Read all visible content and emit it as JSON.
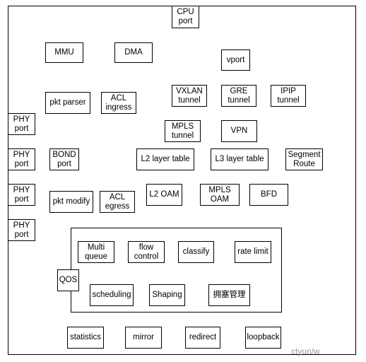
{
  "diagram": {
    "boxes": {
      "cpu_port": "CPU\nport",
      "mmu": "MMU",
      "dma": "DMA",
      "vport": "vport",
      "pkt_parser": "pkt parser",
      "acl_ingress": "ACL\ningress",
      "vxlan_tunnel": "VXLAN\ntunnel",
      "gre_tunnel": "GRE\ntunnel",
      "ipip_tunnel": "IPIP\ntunnel",
      "phy_port_1": "PHY\nport",
      "mpls_tunnel": "MPLS\ntunnel",
      "vpn": "VPN",
      "phy_port_2": "PHY\nport",
      "bond_port": "BOND\nport",
      "l2_layer_table": "L2 layer table",
      "l3_layer_table": "L3 layer table",
      "segment_route": "Segment\nRoute",
      "phy_port_3": "PHY\nport",
      "pkt_modify": "pkt modify",
      "acl_egress": "ACL\negress",
      "l2_oam": "L2 OAM",
      "mpls_oam": "MPLS\nOAM",
      "bfd": "BFD",
      "phy_port_4": "PHY\nport",
      "multi_queue": "Multi\nqueue",
      "flow_control": "flow\ncontrol",
      "classify": "classify",
      "rate_limit": "rate limit",
      "qos": "QOS",
      "scheduling": "scheduling",
      "shaping": "Shaping",
      "congestion_mgmt": "拥塞管理",
      "statistics": "statistics",
      "mirror": "mirror",
      "redirect": "redirect",
      "loopback": "loopback"
    },
    "watermark": "ctyun/w"
  }
}
